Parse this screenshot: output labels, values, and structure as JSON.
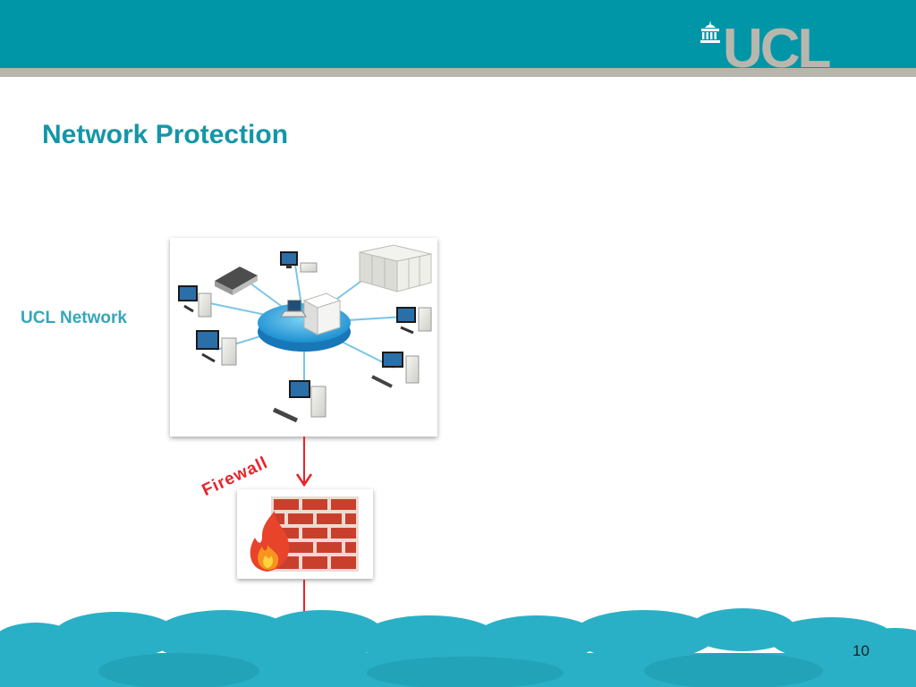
{
  "header": {
    "logo": "UCL",
    "colors": {
      "band": "#0096a8",
      "rule": "#b7b5ac",
      "logo": "#b9b7ad"
    }
  },
  "slide": {
    "title": "Network Protection",
    "network_label": "UCL Network",
    "firewall_label": "Firewall",
    "page_number": "10",
    "colors": {
      "title": "#1596a8",
      "network_label": "#36a6b9",
      "firewall_label": "#e8232b",
      "connector": "#e8232b",
      "cloud": "#2ab0c6"
    }
  },
  "icons": [
    "ucl-portico-icon",
    "network-hub-icon",
    "server-icon",
    "desktop-computer-icon",
    "laptop-icon",
    "printer-icon",
    "brick-wall-icon",
    "flame-icon",
    "cloud-icon"
  ]
}
